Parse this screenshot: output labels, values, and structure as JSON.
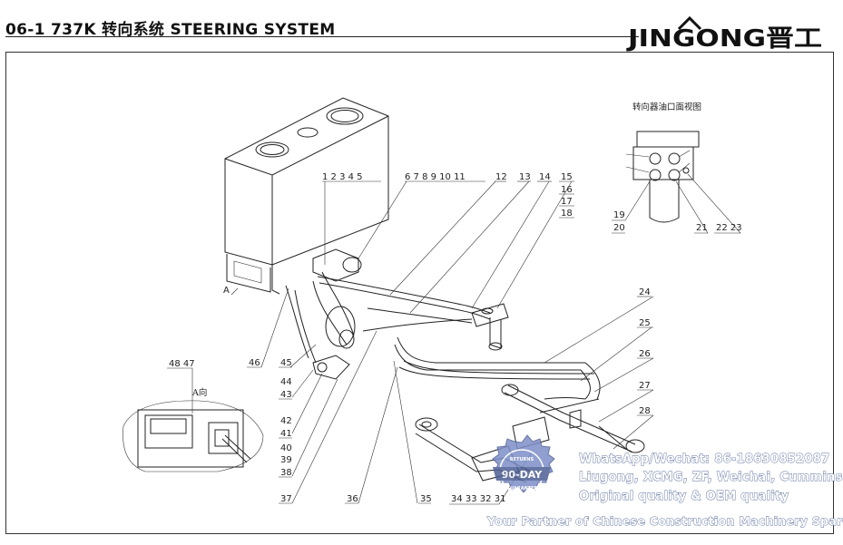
{
  "header": {
    "title": "06-1  737K 转向系统  STEERING SYSTEM",
    "logo_text": "JINGONG晋工"
  },
  "inset_port_view": {
    "title": "转向器油口面视图",
    "port_labels": [
      "19",
      "20",
      "21",
      "22 23"
    ]
  },
  "inset_view_a": {
    "title": "A向",
    "part_labels": [
      "48 47"
    ]
  },
  "view_marker": "A",
  "callouts_top": [
    "1 2 3 4 5",
    "6 7 8 9 10 11",
    "12",
    "13",
    "14",
    "15",
    "16",
    "17",
    "18"
  ],
  "callouts_right": [
    "24",
    "25",
    "26",
    "27",
    "28"
  ],
  "callouts_left": [
    "46",
    "45",
    "44",
    "43",
    "42",
    "41",
    "40",
    "39",
    "38",
    "37"
  ],
  "callouts_bottom": [
    "36",
    "35",
    "34 33 32 31"
  ],
  "watermark": {
    "line1": "WhatsApp/Wechat: 86-18630852087",
    "line2": "Liugong, XCMG, ZF, Weichai, Cummins",
    "line3": "Original quality & OEM quality",
    "line4": "Your Partner of Chinese Construction Machinery Spare Parts",
    "seal_text": "90-DAY",
    "seal_ring_top": "RETURNS",
    "seal_ring_bottom": "GUARANTEE"
  },
  "colors": {
    "line": "#222222",
    "watermark_fill": "#ffffff",
    "watermark_outline": "#5a6e9c",
    "seal": "#7d8fc8"
  }
}
